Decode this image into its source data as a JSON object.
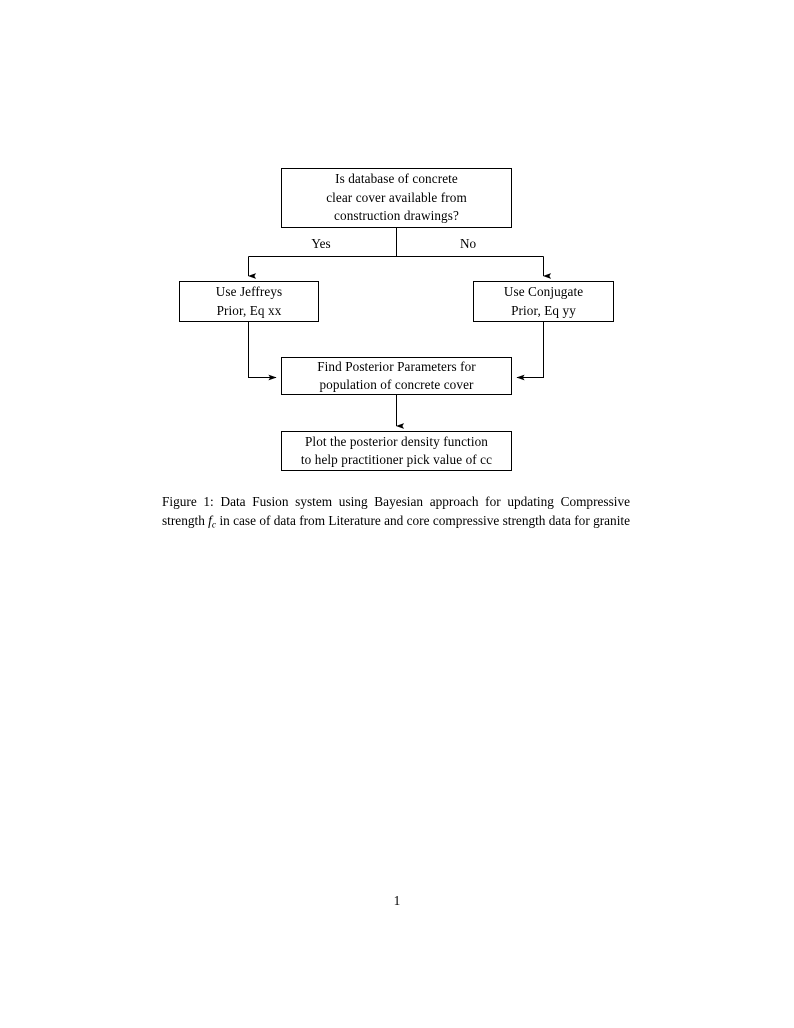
{
  "document": {
    "page_number": "1",
    "figure_label": "Figure 1:",
    "caption_part1": "Data Fusion system using Bayesian approach for updating Compressive strength",
    "caption_math": "f",
    "caption_math_sub": "c",
    "caption_part2": "in case of data from Literature and core compressive strength data for granite"
  },
  "flowchart": {
    "decision": {
      "line1": "Is database of concrete",
      "line2": "clear cover available from",
      "line3": "construction drawings?"
    },
    "branch_yes": "Yes",
    "branch_no": "No",
    "jeffreys": {
      "line1": "Use Jeffreys",
      "line2": "Prior, Eq xx"
    },
    "conjugate": {
      "line1": "Use Conjugate",
      "line2": "Prior, Eq yy"
    },
    "posterior": {
      "line1": "Find Posterior Parameters for",
      "line2": "population of concrete cover"
    },
    "plot": {
      "line1": "Plot the posterior density function",
      "line2": "to help practitioner pick value of cc"
    },
    "colors": {
      "stroke": "#000000",
      "fill": "#ffffff",
      "text": "#000000"
    }
  }
}
